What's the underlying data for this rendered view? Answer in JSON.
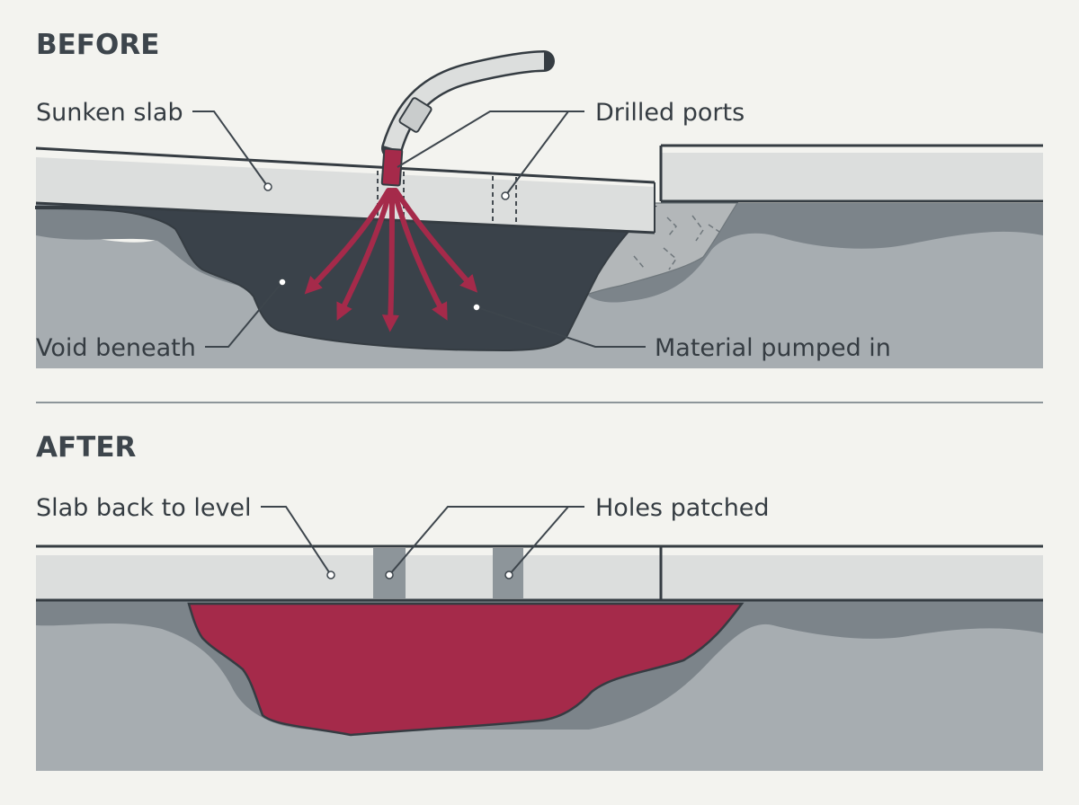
{
  "before": {
    "heading": "BEFORE",
    "labels": {
      "sunken_slab": "Sunken slab",
      "drilled_ports": "Drilled ports",
      "void_beneath": "Void beneath",
      "material_pumped_in": "Material pumped in"
    }
  },
  "after": {
    "heading": "AFTER",
    "labels": {
      "slab_back_to_level": "Slab back to level",
      "holes_patched": "Holes patched"
    }
  },
  "colors": {
    "background": "#f3f3ef",
    "slab": "#dcdedd",
    "void": "#3a424a",
    "material": "#a52a4a",
    "soil_light": "#a7adb1",
    "soil_dark": "#7c848a",
    "outline": "#353c42"
  }
}
